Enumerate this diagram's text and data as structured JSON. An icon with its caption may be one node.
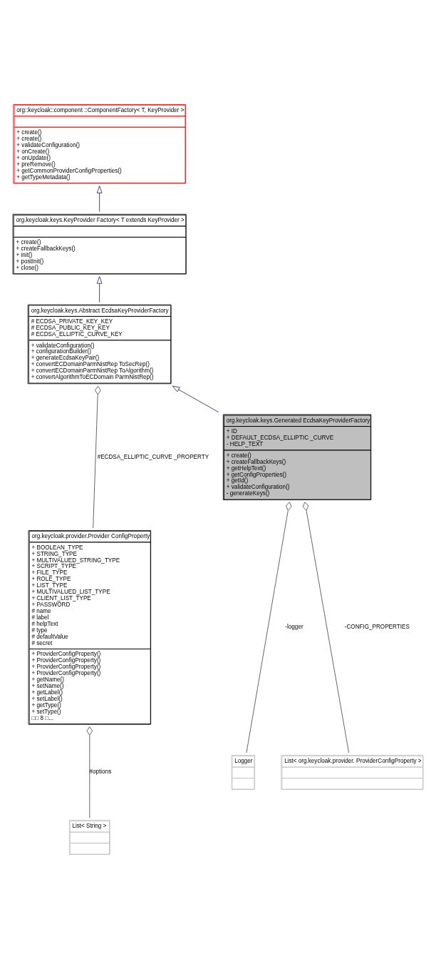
{
  "diagram": {
    "nodes": [
      {
        "text": [
          "org::keycloak::component ::ComponentFactory< T, KeyProvider >",
          "+ create()",
          "+ create()",
          "+ validateConfiguration()",
          "+ onCreate()",
          "+ onUpdate()",
          "+ preRemove()",
          "+ getCommonProviderConfigProperties()",
          "+ getTypeMetadata()"
        ]
      },
      {
        "text": [
          "List< String >"
        ]
      },
      {
        "text": [
          "org.keycloak.provider.Provider ConfigProperty",
          "+ BOOLEAN_TYPE",
          "+ STRING_TYPE",
          "+ MULTIVALUED_STRING_TYPE",
          "+ SCRIPT_TYPE",
          "+ FILE_TYPE",
          "+ ROLE_TYPE",
          "+ LIST_TYPE",
          "+ MULTIVALUED_LIST_TYPE",
          "+ CLIENT_LIST_TYPE",
          "+ PASSWORD",
          "# name",
          "# label",
          "# helpText",
          "# type",
          "# defaultValue",
          "# secret",
          "+ ProviderConfigProperty()",
          "+ ProviderConfigProperty()",
          "+ ProviderConfigProperty()",
          "+ ProviderConfigProperty()",
          "+ getName()",
          "+ setName()",
          "+ getLabel()",
          "+ setLabel()",
          "+ getType()",
          "+ setType()",
          "□□ 8 □..."
        ]
      },
      {
        "text": [
          "org.keycloak.keys.KeyProvider Factory< T extends KeyProvider >",
          "+ create()",
          "+ createFallbackKeys()",
          "+ init()",
          "+ postInit()",
          "+ close()"
        ]
      },
      {
        "text": [
          "org.keycloak.keys.Abstract EcdsaKeyProviderFactory",
          "# ECDSA_PRIVATE_KEY_KEY",
          "# ECDSA_PUBLIC_KEY_KEY",
          "# ECDSA_ELLIPTIC_CURVE_KEY",
          "+ validateConfiguration()",
          "+ configurationBuilder()",
          "+ generateEcdsaKeyPair()",
          "+ convertECDomainParmNistRep ToSecRep()",
          "+ convertECDomainParmNistRep ToAlgorithm()",
          "+ convertAlgorithmToECDomain ParmNistRep()"
        ]
      },
      {
        "text": [
          "Logger"
        ]
      },
      {
        "text": [
          "List< org.keycloak.provider. ProviderConfigProperty >"
        ]
      },
      {
        "text": [
          "org.keycloak.keys.Generated EcdsaKeyProviderFactory",
          "+ ID",
          "+ DEFAULT_ECDSA_ELLIPTIC _CURVE",
          "- HELP_TEXT",
          "+ create()",
          "+ createFallbackKeys()",
          "+ getHelpText()",
          "+ getConfigProperties()",
          "+ getId()",
          "+ validateConfiguration()",
          "- generateKeys()"
        ]
      }
    ],
    "edges": [
      {
        "from": 3,
        "to": 0,
        "arrow": "to",
        "color": "#191970"
      },
      {
        "from": 1,
        "to": 2,
        "arrow": "other",
        "label": "#options"
      },
      {
        "from": 4,
        "to": 3,
        "arrow": "to",
        "color": "#191970"
      },
      {
        "from": 2,
        "to": 4,
        "arrow": "other",
        "label": "#ECDSA_ELLIPTIC_CURVE _PROPERTY"
      },
      {
        "from": 7,
        "to": 4,
        "arrow": "to",
        "color": "#191970"
      },
      {
        "from": 5,
        "to": 7,
        "arrow": "other",
        "label": "-logger"
      },
      {
        "from": 6,
        "to": 7,
        "arrow": "other",
        "label": "-CONFIG_PROPERTIES"
      }
    ]
  }
}
